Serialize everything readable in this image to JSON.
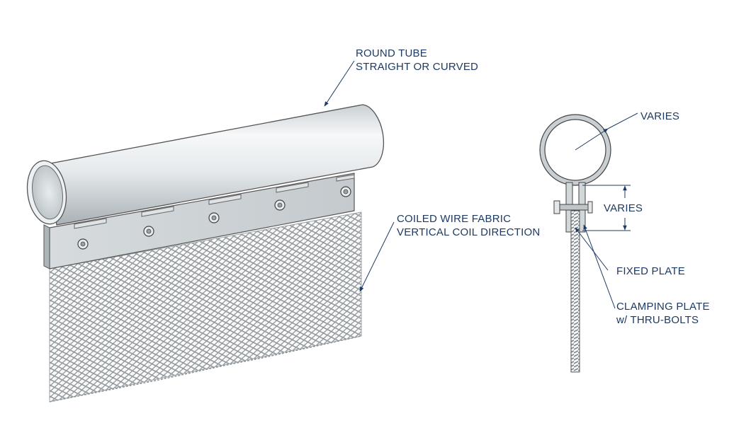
{
  "labels": {
    "round_tube": {
      "line1": "ROUND TUBE",
      "line2": "STRAIGHT OR CURVED"
    },
    "coiled_wire": {
      "line1": "COILED WIRE FABRIC",
      "line2": "VERTICAL COIL DIRECTION"
    },
    "varies_top": "VARIES",
    "varies_mid": "VARIES",
    "fixed_plate": "FIXED PLATE",
    "clamping_plate": {
      "line1": "CLAMPING PLATE",
      "line2": "w/ THRU-BOLTS"
    }
  },
  "colors": {
    "label_text": "#1d3a63",
    "leader_line": "#1d3a63",
    "outline": "#555555",
    "metal_light": "#f4f6f7",
    "metal_dark": "#b9c0c4",
    "mesh": "#8d9498"
  }
}
